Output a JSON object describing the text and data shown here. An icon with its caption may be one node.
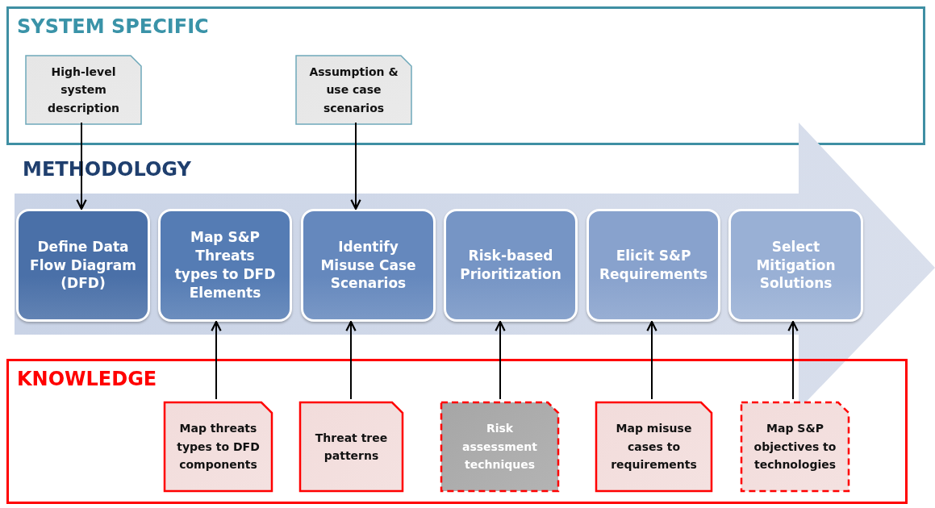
{
  "diagram": {
    "nodes": [
      {
        "text": [
          "SYSTEM SPECIFIC"
        ]
      },
      {
        "text": [
          "High-level system description"
        ],
        "in": 0
      },
      {
        "text": [
          "Assumption & use case scenarios"
        ],
        "in": 0
      },
      {
        "text": [
          "METHODOLOGY"
        ]
      },
      {
        "text": [
          "Define Data Flow Diagram (DFD)"
        ],
        "in": 3
      },
      {
        "text": [
          "Map S&P Threats types to DFD Elements"
        ],
        "in": 3
      },
      {
        "text": [
          "Identify Misuse Case Scenarios"
        ],
        "in": 3
      },
      {
        "text": [
          "Risk-based Prioritization"
        ],
        "in": 3
      },
      {
        "text": [
          "Elicit S&P Requirements"
        ],
        "in": 3
      },
      {
        "text": [
          "Select Mitigation Solutions"
        ],
        "in": 3
      },
      {
        "text": [
          "KNOWLEDGE"
        ]
      },
      {
        "text": [
          "Map threats types  to DFD components"
        ],
        "in": 10
      },
      {
        "text": [
          "Threat tree patterns"
        ],
        "in": 10
      },
      {
        "text": [
          "Risk assessment techniques"
        ],
        "in": 10
      },
      {
        "text": [
          "Map misuse cases to requirements"
        ],
        "in": 10
      },
      {
        "text": [
          "Map S&P objectives to technologies"
        ],
        "in": 10
      }
    ],
    "edges": [
      {
        "from": 1,
        "to": 4,
        "arrow": "to"
      },
      {
        "from": 2,
        "to": 6,
        "arrow": "to"
      },
      {
        "from": 11,
        "to": 5,
        "arrow": "to"
      },
      {
        "from": 12,
        "to": 6,
        "arrow": "to"
      },
      {
        "from": 13,
        "to": 7,
        "arrow": "to"
      },
      {
        "from": 14,
        "to": 8,
        "arrow": "to"
      },
      {
        "from": 15,
        "to": 9,
        "arrow": "to"
      }
    ]
  }
}
